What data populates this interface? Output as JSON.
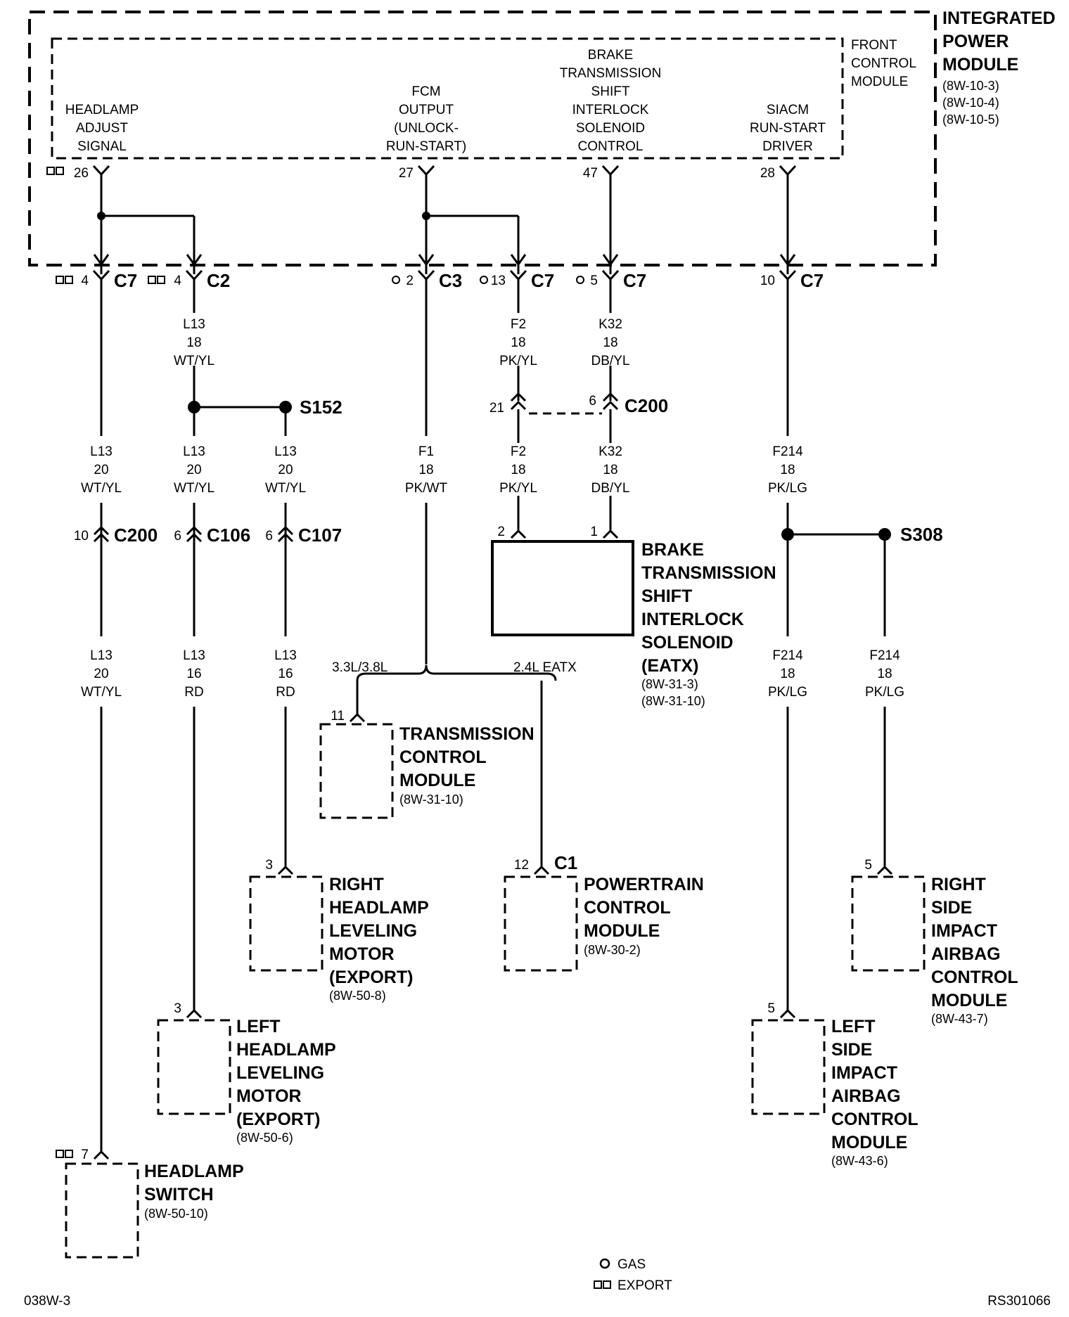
{
  "ipm": {
    "title": [
      "INTEGRATED",
      "POWER",
      "MODULE"
    ],
    "refs": [
      "(8W-10-3)",
      "(8W-10-4)",
      "(8W-10-5)"
    ]
  },
  "fcm": {
    "title": [
      "FRONT",
      "CONTROL",
      "MODULE"
    ]
  },
  "fcm_circuits": [
    {
      "lines": [
        "HEADLAMP",
        "ADJUST",
        "SIGNAL"
      ],
      "pin": "26"
    },
    {
      "lines": [
        "FCM",
        "OUTPUT",
        "(UNLOCK-",
        "RUN-START)"
      ],
      "pin": "27"
    },
    {
      "lines": [
        "BRAKE",
        "TRANSMISSION",
        "SHIFT",
        "INTERLOCK",
        "SOLENOID",
        "CONTROL"
      ],
      "pin": "47"
    },
    {
      "lines": [
        "SIACM",
        "RUN-START",
        "DRIVER"
      ],
      "pin": "28"
    }
  ],
  "ipm_connectors": [
    {
      "pin": "4",
      "name": "C7"
    },
    {
      "pin": "4",
      "name": "C2"
    },
    {
      "pin": "2",
      "name": "C3"
    },
    {
      "pin": "13",
      "name": "C7"
    },
    {
      "pin": "5",
      "name": "C7"
    },
    {
      "pin": "10",
      "name": "C7"
    }
  ],
  "wire_labels": [
    [
      "L13",
      "18",
      "WT/YL"
    ],
    [
      "F2",
      "18",
      "PK/YL"
    ],
    [
      "K32",
      "18",
      "DB/YL"
    ],
    [
      "L13",
      "20",
      "WT/YL"
    ],
    [
      "L13",
      "20",
      "WT/YL"
    ],
    [
      "L13",
      "20",
      "WT/YL"
    ],
    [
      "F1",
      "18",
      "PK/WT"
    ],
    [
      "F2",
      "18",
      "PK/YL"
    ],
    [
      "K32",
      "18",
      "DB/YL"
    ],
    [
      "F214",
      "18",
      "PK/LG"
    ],
    [
      "L13",
      "20",
      "WT/YL"
    ],
    [
      "L13",
      "16",
      "RD"
    ],
    [
      "L13",
      "16",
      "RD"
    ],
    [
      "F214",
      "18",
      "PK/LG"
    ],
    [
      "F214",
      "18",
      "PK/LG"
    ]
  ],
  "splices": [
    "S152",
    "S308"
  ],
  "inline_connectors": [
    {
      "pins": [
        "21",
        "6"
      ],
      "name": "C200"
    },
    {
      "pin": "10",
      "name": "C200"
    },
    {
      "pin": "6",
      "name": "C106"
    },
    {
      "pin": "6",
      "name": "C107"
    }
  ],
  "branch": {
    "left": "3.3L/3.8L",
    "right": "2.4L EATX"
  },
  "components": [
    {
      "lines": [
        "BRAKE",
        "TRANSMISSION",
        "SHIFT",
        "INTERLOCK",
        "SOLENOID",
        "(EATX)"
      ],
      "refs": [
        "(8W-31-3)",
        "(8W-31-10)"
      ],
      "pins": [
        "2",
        "1"
      ]
    },
    {
      "lines": [
        "TRANSMISSION",
        "CONTROL",
        "MODULE"
      ],
      "refs": [
        "(8W-31-10)"
      ],
      "pin": "11"
    },
    {
      "lines": [
        "POWERTRAIN",
        "CONTROL",
        "MODULE"
      ],
      "refs": [
        "(8W-30-2)"
      ],
      "pin": "12",
      "connector": "C1"
    },
    {
      "lines": [
        "RIGHT",
        "HEADLAMP",
        "LEVELING",
        "MOTOR",
        "(EXPORT)"
      ],
      "refs": [
        "(8W-50-8)"
      ],
      "pin": "3"
    },
    {
      "lines": [
        "LEFT",
        "HEADLAMP",
        "LEVELING",
        "MOTOR",
        "(EXPORT)"
      ],
      "refs": [
        "(8W-50-6)"
      ],
      "pin": "3"
    },
    {
      "lines": [
        "HEADLAMP",
        "SWITCH"
      ],
      "refs": [
        "(8W-50-10)"
      ],
      "pin": "7"
    },
    {
      "lines": [
        "RIGHT",
        "SIDE",
        "IMPACT",
        "AIRBAG",
        "CONTROL",
        "MODULE"
      ],
      "refs": [
        "(8W-43-7)"
      ],
      "pin": "5"
    },
    {
      "lines": [
        "LEFT",
        "SIDE",
        "IMPACT",
        "AIRBAG",
        "CONTROL",
        "MODULE"
      ],
      "refs": [
        "(8W-43-6)"
      ],
      "pin": "5"
    }
  ],
  "legend": {
    "gas": "GAS",
    "export": "EXPORT"
  },
  "footer": {
    "left": "038W-3",
    "right": "RS301066"
  }
}
